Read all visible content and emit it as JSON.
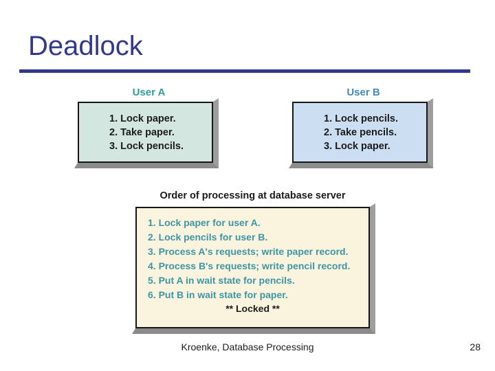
{
  "slide": {
    "title": "Deadlock",
    "footer": {
      "attribution": "Kroenke, Database Processing",
      "page_number": "28"
    }
  },
  "diagram": {
    "user_a": {
      "label": "User A",
      "steps": [
        "1. Lock paper.",
        "2. Take paper.",
        "3. Lock pencils."
      ]
    },
    "user_b": {
      "label": "User B",
      "steps": [
        "1. Lock pencils.",
        "2. Take pencils.",
        "3. Lock paper."
      ]
    },
    "server": {
      "heading": "Order of processing at database server",
      "steps": [
        "1. Lock paper for user A.",
        "2. Lock pencils for user B.",
        "3. Process A's requests; write paper record.",
        "4. Process B's requests; write pencil record.",
        "5. Put A in wait state for pencils.",
        "6. Put B in wait state for paper."
      ],
      "locked_label": "** Locked **"
    }
  },
  "colors": {
    "title_and_rule": "#32388e",
    "user_a_label": "#2f9e98",
    "user_a_fill": "#d3e6df",
    "user_b_label": "#4288c0",
    "user_b_fill": "#cbdef2",
    "server_fill": "#faf3dd",
    "server_step_text": "#3e95a5",
    "box_border": "#161616",
    "bevel_right": "#9e9e9e",
    "bevel_bottom": "#8b8b8b"
  }
}
